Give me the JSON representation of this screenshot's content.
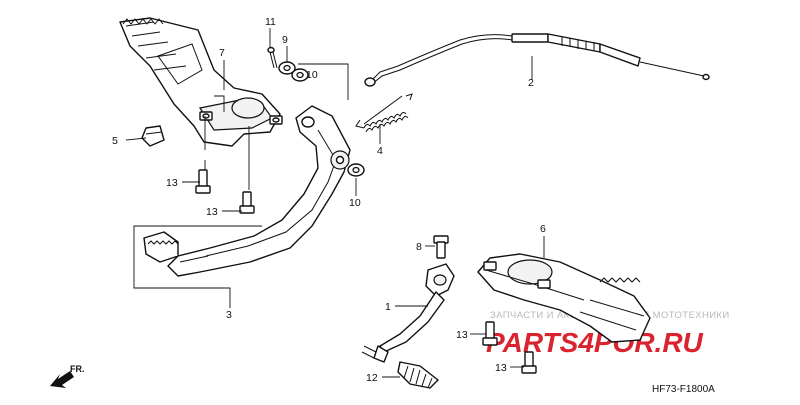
{
  "diagram": {
    "callouts": {
      "c1": "1",
      "c2": "2",
      "c3": "3",
      "c4": "4",
      "c5": "5",
      "c6": "6",
      "c7": "7",
      "c8": "8",
      "c9": "9",
      "c10a": "10",
      "c10b": "10",
      "c11": "11",
      "c12": "12",
      "c13a": "13",
      "c13b": "13",
      "c13c": "13",
      "c13d": "13"
    },
    "front_indicator": "FR.",
    "diagram_code": "HF73-F1800A"
  },
  "watermark": {
    "tagline": "ЗАПЧАСТИ И АКСЕССУАРЫ ДЛЯ МОТОТЕХНИКИ",
    "logo_text": "PARTS4POR.RU"
  },
  "colors": {
    "ink": "#111111",
    "watermark_red": "#d9232e",
    "watermark_grey": "#b8b8b8"
  }
}
